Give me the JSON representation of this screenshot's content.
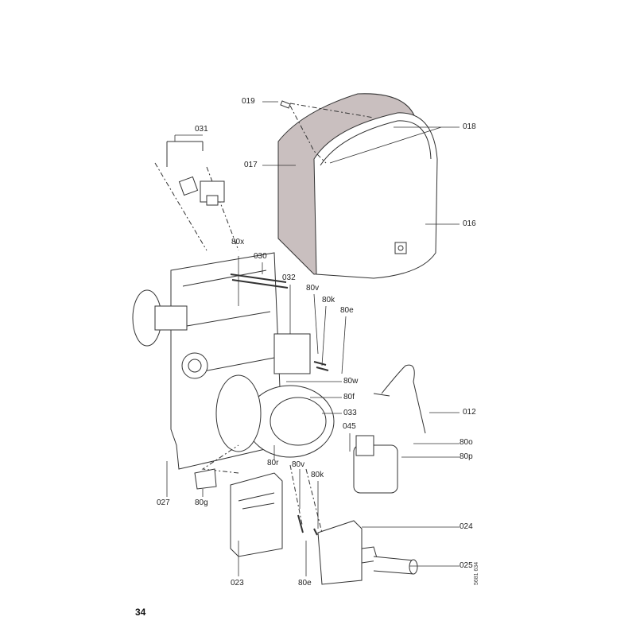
{
  "page_number": "34",
  "drawing_code": "5681 634",
  "parts": {
    "p019": "019",
    "p018": "018",
    "p031": "031",
    "p017": "017",
    "p016": "016",
    "p80x": "80x",
    "p030": "030",
    "p032": "032",
    "p80v_top": "80v",
    "p80k_top": "80k",
    "p80e_top": "80e",
    "p80w": "80w",
    "p80f": "80f",
    "p033": "033",
    "p012": "012",
    "p045": "045",
    "p80o": "80o",
    "p80p": "80p",
    "p80r": "80r",
    "p80v_bot": "80v",
    "p80k_bot": "80k",
    "p027": "027",
    "p80g": "80g",
    "p024": "024",
    "p025": "025",
    "p023": "023",
    "p80e_bot": "80e"
  }
}
